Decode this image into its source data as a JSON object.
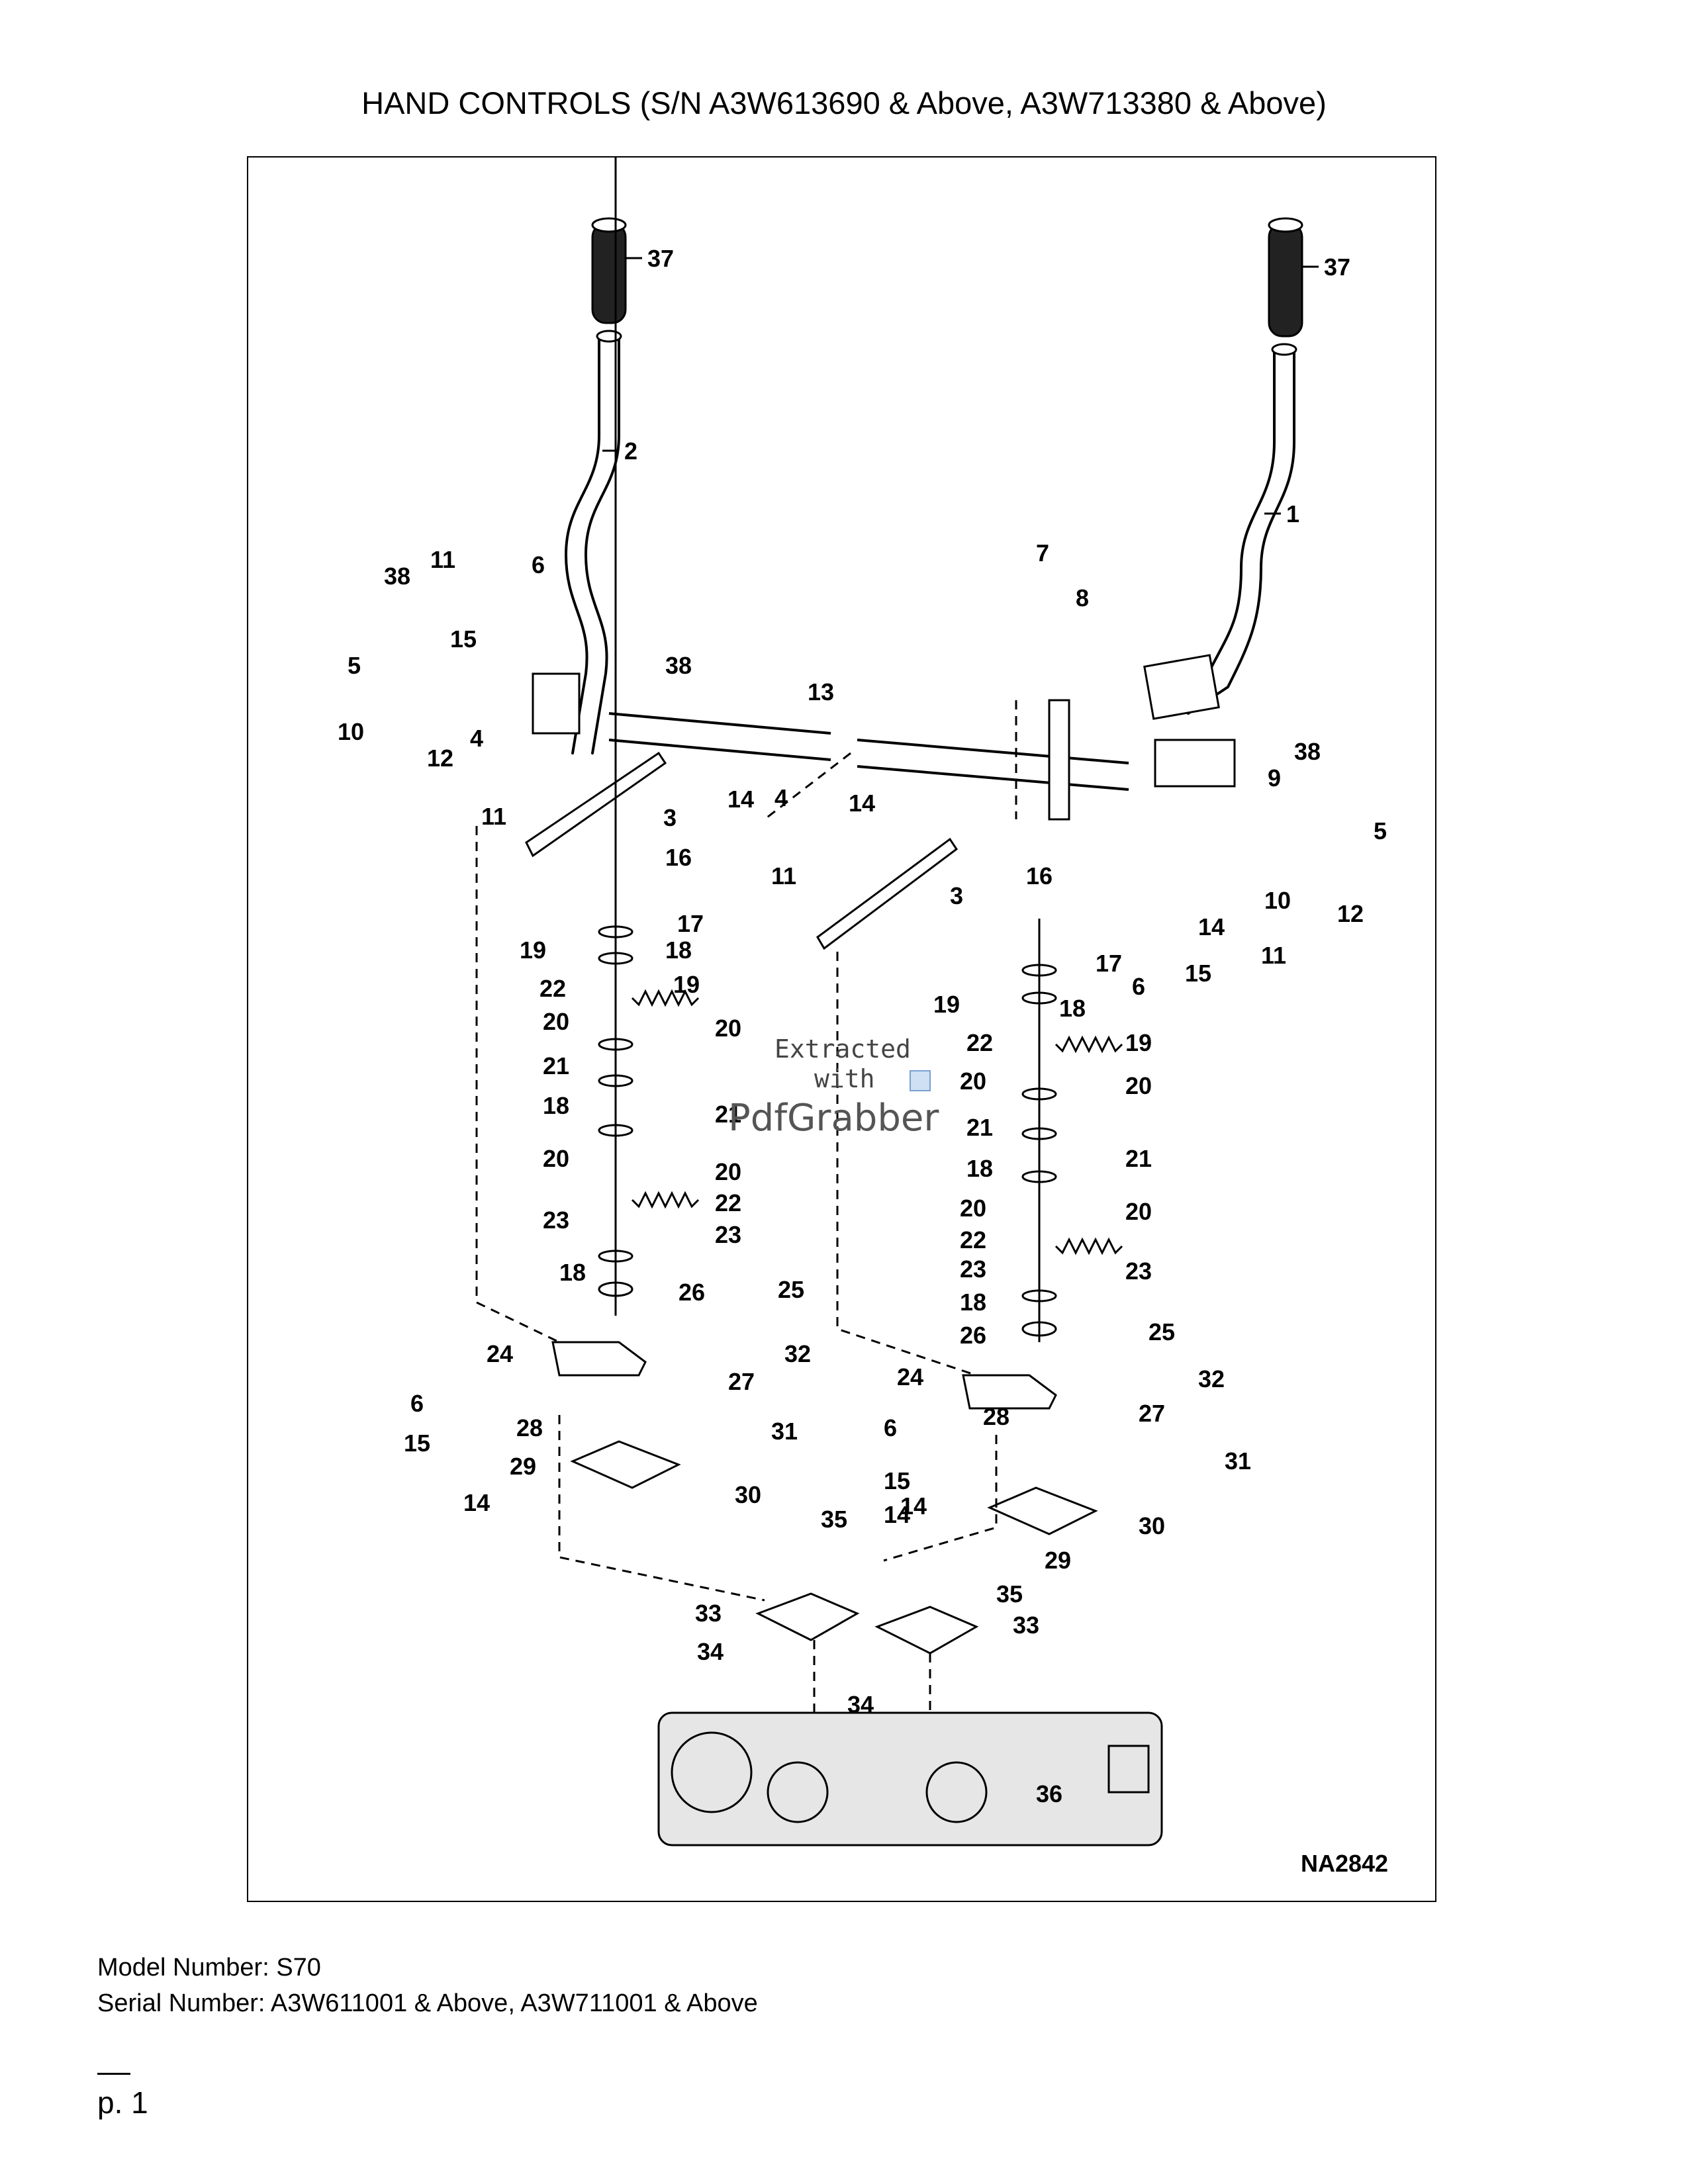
{
  "page_title": "HAND CONTROLS (S/N A3W613690 & Above, A3W713380 & Above)",
  "diagram": {
    "drawing_ref": "NA2842",
    "callouts": [
      "37",
      "37",
      "2",
      "1",
      "11",
      "38",
      "6",
      "7",
      "8",
      "38",
      "15",
      "5",
      "10",
      "12",
      "4",
      "13",
      "38",
      "9",
      "5",
      "10",
      "12",
      "11",
      "3",
      "14",
      "4",
      "14",
      "11",
      "3",
      "16",
      "16",
      "17",
      "17",
      "19",
      "18",
      "22",
      "19",
      "20",
      "20",
      "21",
      "18",
      "21",
      "20",
      "20",
      "22",
      "23",
      "23",
      "18",
      "26",
      "25",
      "19",
      "18",
      "22",
      "19",
      "20",
      "20",
      "21",
      "18",
      "21",
      "20",
      "20",
      "22",
      "23",
      "23",
      "18",
      "26",
      "25",
      "14",
      "6",
      "15",
      "11",
      "24",
      "27",
      "32",
      "6",
      "15",
      "14",
      "28",
      "31",
      "29",
      "30",
      "14",
      "24",
      "27",
      "32",
      "6",
      "28",
      "31",
      "15",
      "14",
      "29",
      "30",
      "35",
      "35",
      "33",
      "34",
      "33",
      "34",
      "36"
    ]
  },
  "watermark": {
    "line1": "Extracted",
    "line2": "with",
    "line3": "PdfGrabber"
  },
  "footer": {
    "model_number": "Model Number: S70",
    "serial_number": "Serial Number: A3W611001 & Above, A3W711001 & Above",
    "page": "p. 1"
  }
}
